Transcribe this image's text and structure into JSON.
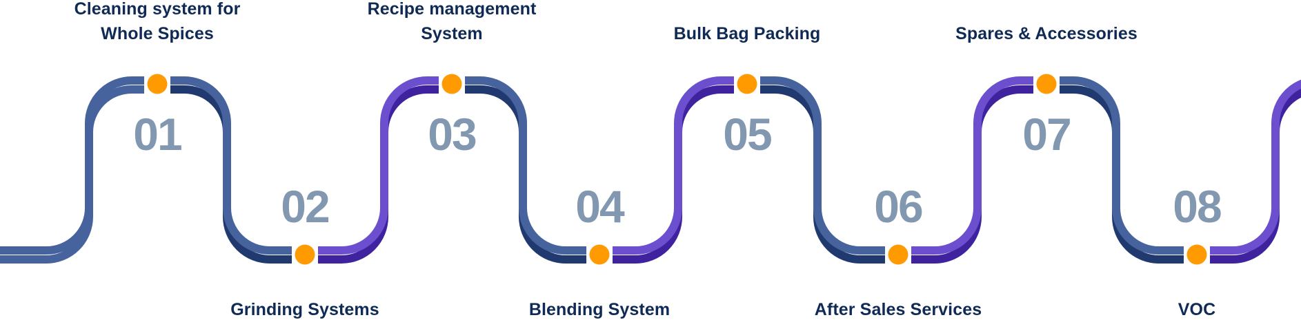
{
  "title": "Process steps timeline",
  "colors": {
    "blue_light": "#46639e",
    "blue_dark": "#20396f",
    "purple_light": "#6b4fcf",
    "purple_dark": "#3e229e",
    "dot": "#ff9a00",
    "label": "#0f2a55",
    "number": "#8298b0"
  },
  "steps": [
    {
      "number": "01",
      "label": "Cleaning system for Whole Spices",
      "lines": [
        "Cleaning system for",
        "Whole Spices"
      ],
      "position": "top"
    },
    {
      "number": "02",
      "label": "Grinding Systems",
      "lines": [
        "Grinding Systems"
      ],
      "position": "bottom"
    },
    {
      "number": "03",
      "label": "Recipe management System",
      "lines": [
        "Recipe management",
        "System"
      ],
      "position": "top"
    },
    {
      "number": "04",
      "label": "Blending System",
      "lines": [
        "Blending System"
      ],
      "position": "bottom"
    },
    {
      "number": "05",
      "label": "Bulk Bag Packing",
      "lines": [
        "Bulk Bag Packing"
      ],
      "position": "top"
    },
    {
      "number": "06",
      "label": "After Sales Services",
      "lines": [
        "After Sales Services"
      ],
      "position": "bottom"
    },
    {
      "number": "07",
      "label": "Spares & Accessories",
      "lines": [
        "Spares & Accessories"
      ],
      "position": "top"
    },
    {
      "number": "08",
      "label": "VOC",
      "lines": [
        "VOC"
      ],
      "position": "bottom"
    }
  ],
  "strand_colors": [
    "blue",
    "blue",
    "purple",
    "blue",
    "purple",
    "blue",
    "purple",
    "blue",
    "purple"
  ]
}
